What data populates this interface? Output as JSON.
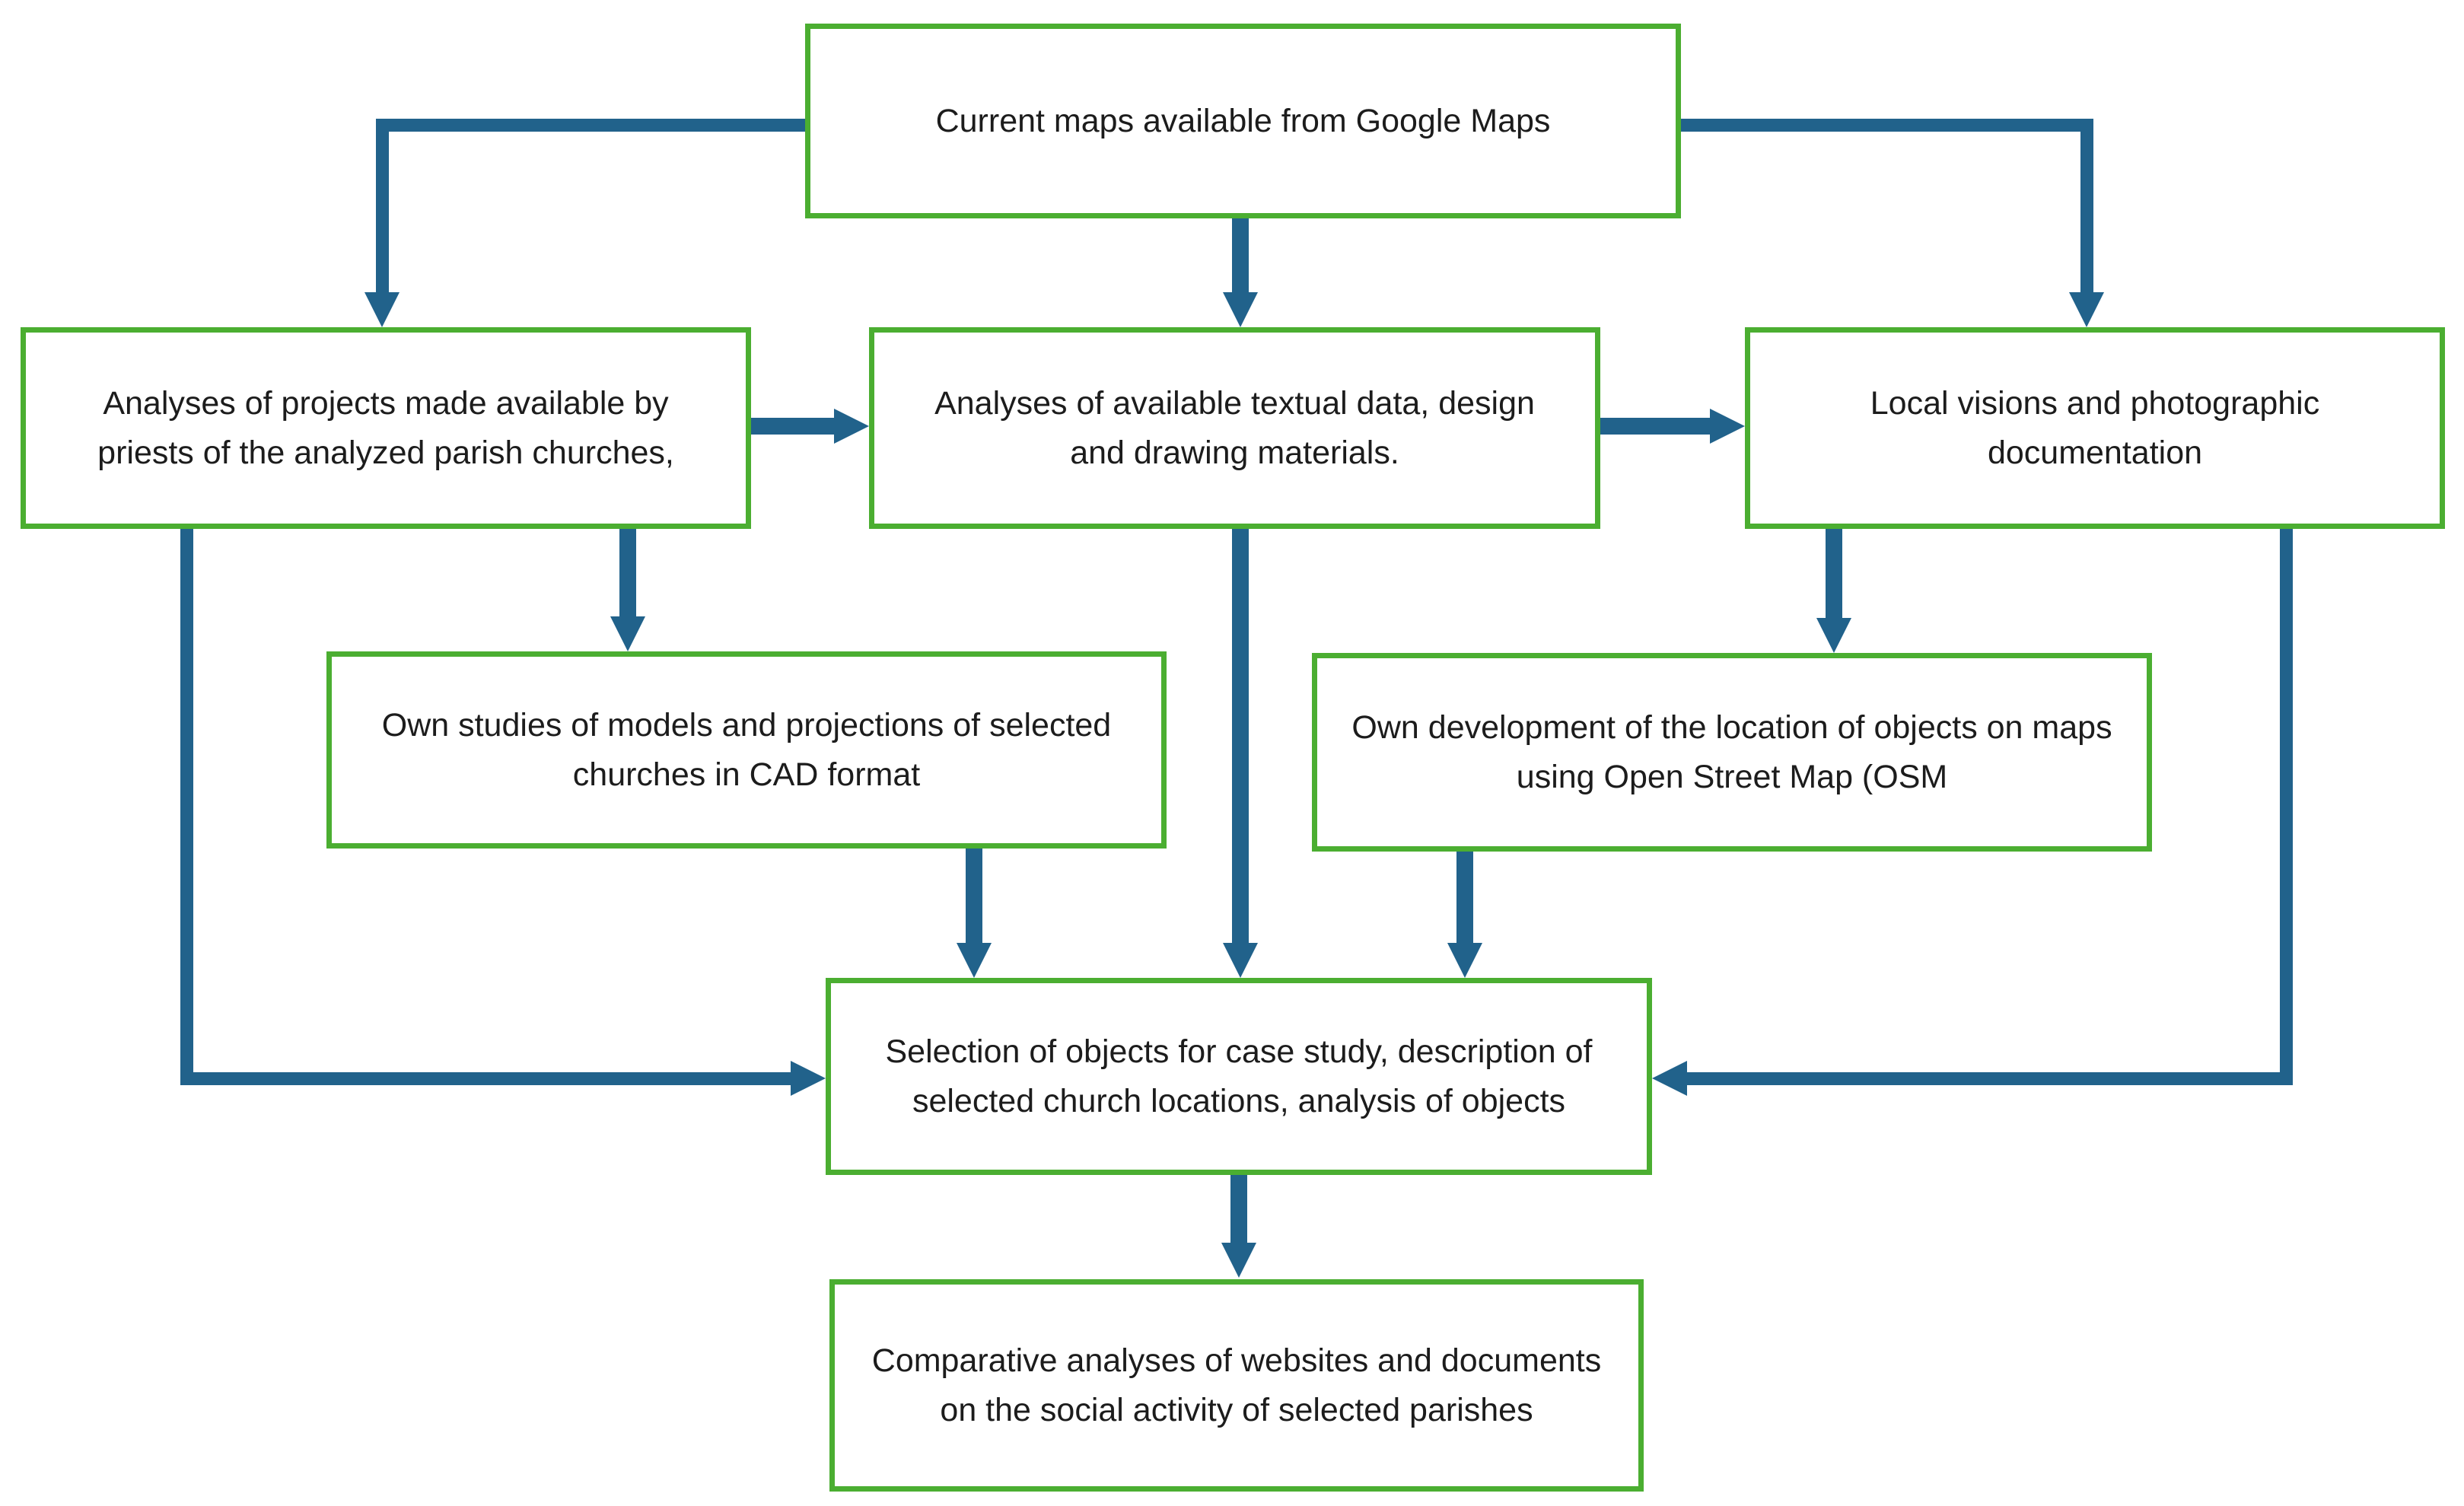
{
  "diagram": {
    "type": "flowchart",
    "nodes": [
      {
        "id": "google-maps",
        "label": "Current maps available from Google Maps"
      },
      {
        "id": "project-analyses",
        "label": "Analyses of projects made available by priests of the analyzed parish churches,"
      },
      {
        "id": "textual-analyses",
        "label": "Analyses of available textual data, design and drawing materials."
      },
      {
        "id": "local-visions",
        "label": "Local visions and photographic documentation"
      },
      {
        "id": "cad-studies",
        "label": "Own studies of models and projections of selected churches in CAD format"
      },
      {
        "id": "osm-development",
        "label": "Own development of the location of objects on maps using Open Street Map (OSM"
      },
      {
        "id": "case-study-selection",
        "label": "Selection of objects for case study, description of selected church locations, analysis of objects"
      },
      {
        "id": "comparative-analyses",
        "label": "Comparative analyses of websites and documents on the social activity of selected parishes"
      }
    ],
    "edges": [
      {
        "from": "google-maps",
        "to": "project-analyses"
      },
      {
        "from": "google-maps",
        "to": "textual-analyses"
      },
      {
        "from": "google-maps",
        "to": "local-visions"
      },
      {
        "from": "project-analyses",
        "to": "textual-analyses"
      },
      {
        "from": "textual-analyses",
        "to": "local-visions"
      },
      {
        "from": "project-analyses",
        "to": "cad-studies"
      },
      {
        "from": "local-visions",
        "to": "osm-development"
      },
      {
        "from": "project-analyses",
        "to": "case-study-selection"
      },
      {
        "from": "local-visions",
        "to": "case-study-selection"
      },
      {
        "from": "cad-studies",
        "to": "case-study-selection"
      },
      {
        "from": "textual-analyses",
        "to": "case-study-selection"
      },
      {
        "from": "osm-development",
        "to": "case-study-selection"
      },
      {
        "from": "case-study-selection",
        "to": "comparative-analyses"
      }
    ],
    "colors": {
      "box_border": "#4bae31",
      "box_fill": "#ffffff",
      "arrow": "#21628b",
      "text": "#1c1c1c",
      "background": "#ffffff"
    }
  }
}
